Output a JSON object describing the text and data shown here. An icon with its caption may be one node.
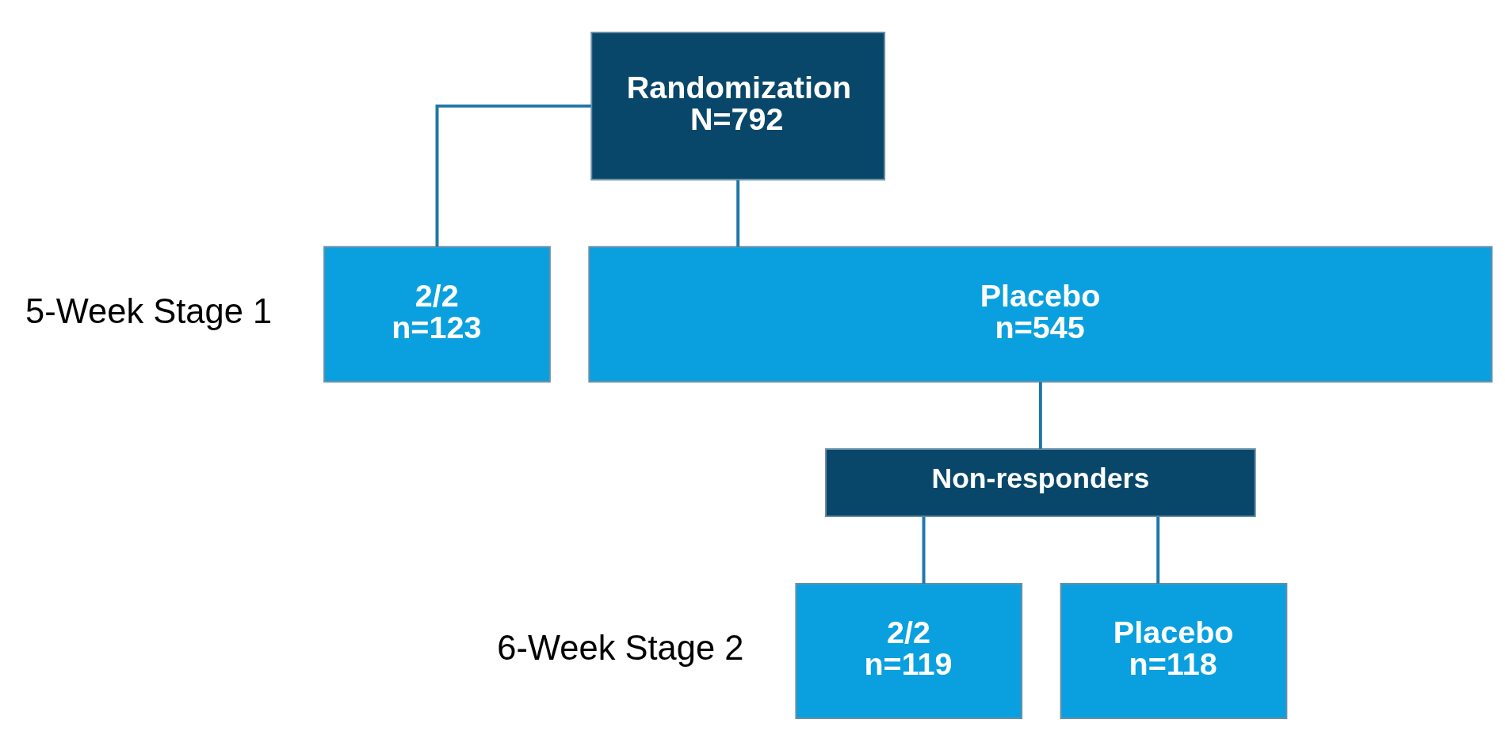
{
  "diagram": {
    "nodes": [
      {
        "text": [
          "Randomization",
          "N=792"
        ]
      },
      {
        "text": [
          "2/2",
          "n=123"
        ]
      },
      {
        "text": [
          "Placebo",
          "n=545"
        ]
      },
      {
        "text": [
          "Non-responders"
        ]
      },
      {
        "text": [
          "2/2",
          "n=119"
        ]
      },
      {
        "text": [
          "Placebo",
          "n=118"
        ]
      }
    ],
    "edges": [
      {
        "from": 0,
        "to": 1,
        "arrow": "none"
      },
      {
        "from": 0,
        "to": 2,
        "arrow": "none"
      },
      {
        "from": 2,
        "to": 3,
        "arrow": "none"
      },
      {
        "from": 3,
        "to": 4,
        "arrow": "none"
      },
      {
        "from": 3,
        "to": 5,
        "arrow": "none"
      }
    ],
    "labels": [
      "5-Week Stage 1",
      "6-Week Stage 2"
    ]
  }
}
